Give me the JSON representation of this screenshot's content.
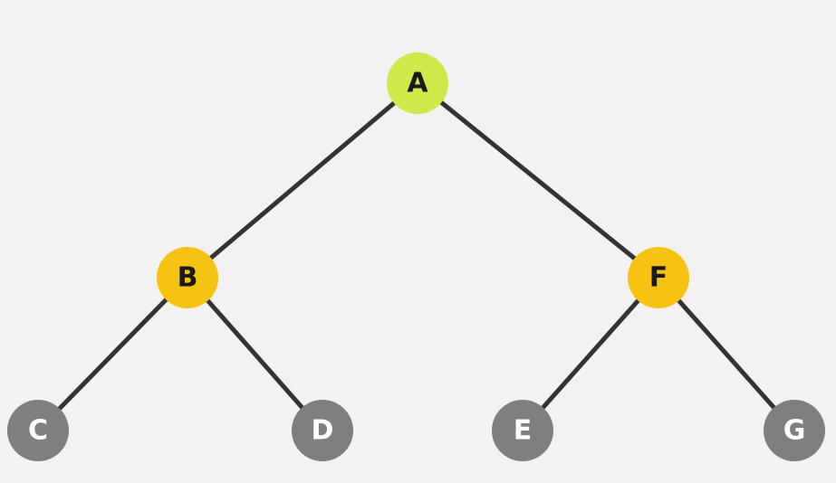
{
  "diagram": {
    "type": "binary-tree",
    "colors": {
      "background": "#f2f2f2",
      "edge": "#333333",
      "root": "#cde94a",
      "internal": "#f6c313",
      "leaf": "#7f7f7f",
      "dark_text": "#1a1a1a",
      "light_text": "#ffffff"
    },
    "nodes": [
      {
        "id": "A",
        "label": "A",
        "kind": "root"
      },
      {
        "id": "B",
        "label": "B",
        "kind": "internal"
      },
      {
        "id": "F",
        "label": "F",
        "kind": "internal"
      },
      {
        "id": "C",
        "label": "C",
        "kind": "leaf"
      },
      {
        "id": "D",
        "label": "D",
        "kind": "leaf"
      },
      {
        "id": "E",
        "label": "E",
        "kind": "leaf"
      },
      {
        "id": "G",
        "label": "G",
        "kind": "leaf"
      }
    ],
    "edges": [
      {
        "from": "A",
        "to": "B"
      },
      {
        "from": "A",
        "to": "F"
      },
      {
        "from": "B",
        "to": "C"
      },
      {
        "from": "B",
        "to": "D"
      },
      {
        "from": "F",
        "to": "E"
      },
      {
        "from": "F",
        "to": "G"
      }
    ]
  }
}
